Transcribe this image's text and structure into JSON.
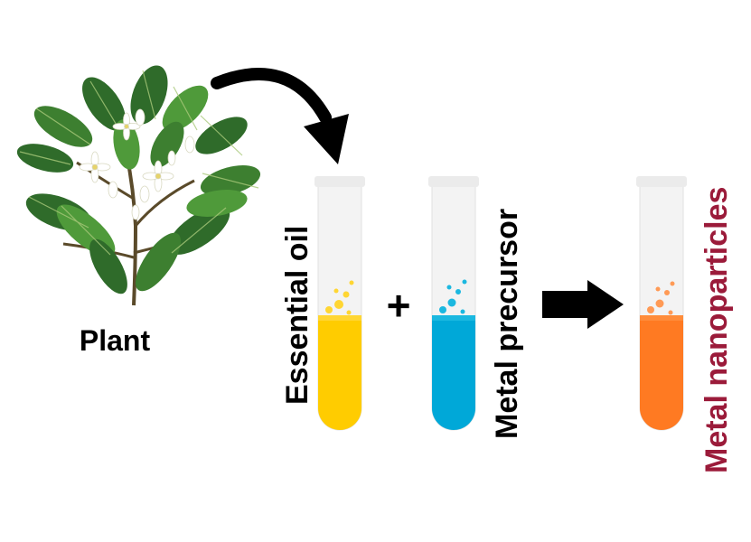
{
  "labels": {
    "plant": "Plant",
    "essential_oil": "Essential oil",
    "plus": "+",
    "metal_precursor": "Metal precursor",
    "metal_nanoparticles": "Metal nanoparticles"
  },
  "colors": {
    "essential_oil_liquid": "#ffcc00",
    "metal_precursor_liquid": "#00a8d8",
    "nanoparticle_liquid": "#ff7a22",
    "nanoparticle_label": "#9b1b3a",
    "leaf_dark": "#2f6b2a",
    "leaf_mid": "#4f9a3a",
    "flower": "#ffffff",
    "arrow": "#000000",
    "tube_glass": "#f3f3f3"
  },
  "icons": [
    "plant-illustration",
    "curved-arrow-icon",
    "right-arrow-icon",
    "test-tube-icon"
  ]
}
